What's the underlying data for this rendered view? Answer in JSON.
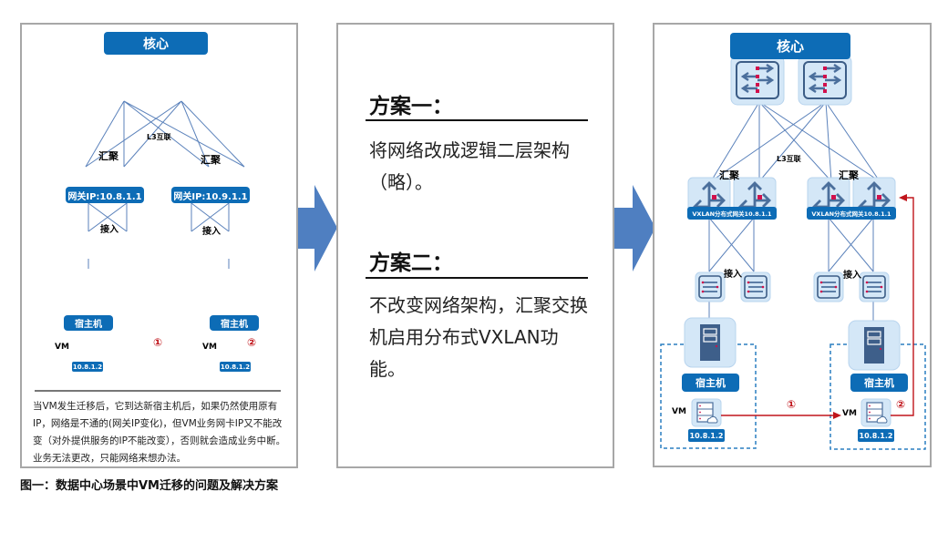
{
  "figure": {
    "caption": "图一：数据中心场景中VM迁移的问题及解决方案",
    "colors": {
      "accent_blue": "#0d6cb6",
      "arrow_blue": "#4f7fc1",
      "device_bg": "#d4e7f7",
      "link_line": "#5b82bb",
      "path_red": "#c0151b",
      "dashed_box": "#2a7fc1"
    }
  },
  "left_panel": {
    "core_label": "核心",
    "l3_label": "L3互联",
    "agg_label_a": "汇聚",
    "agg_label_b": "汇聚",
    "gateway_a": "网关IP:10.8.1.1",
    "gateway_b": "网关IP:10.9.1.1",
    "access_label_a": "接入",
    "access_label_b": "接入",
    "host_label_a": "宿主机",
    "host_label_b": "宿主机",
    "vm_label_a": "VM",
    "vm_label_b": "VM",
    "vm_ip_a": "10.8.1.2",
    "vm_ip_b": "10.8.1.2",
    "step1": "①",
    "step2": "②",
    "blocked_icon": "no-entry-icon",
    "description": "当VM发生迁移后，它到达新宿主机后，如果仍然使用原有IP，网络是不通的(网关IP变化)，但VM业务网卡IP又不能改变（对外提供服务的IP不能改变），否则就会造成业务中断。业务无法更改，只能网络来想办法。"
  },
  "middle_panel": {
    "scheme1_title": "方案一：",
    "scheme1_body": "将网络改成逻辑二层架构（略）。",
    "scheme2_title": "方案二：",
    "scheme2_body": "不改变网络架构，汇聚交换机启用分布式VXLAN功能。"
  },
  "right_panel": {
    "core_label": "核心",
    "l3_label": "L3互联",
    "agg_label_a": "汇聚",
    "agg_label_b": "汇聚",
    "gateway_a": "VXLAN分布式网关10.8.1.1",
    "gateway_b": "VXLAN分布式网关10.8.1.1",
    "access_label_a": "接入",
    "access_label_b": "接入",
    "host_label_a": "宿主机",
    "host_label_b": "宿主机",
    "vm_label_a": "VM",
    "vm_label_b": "VM",
    "vm_ip_a": "10.8.1.2",
    "vm_ip_b": "10.8.1.2",
    "step1": "①",
    "step2": "②"
  }
}
